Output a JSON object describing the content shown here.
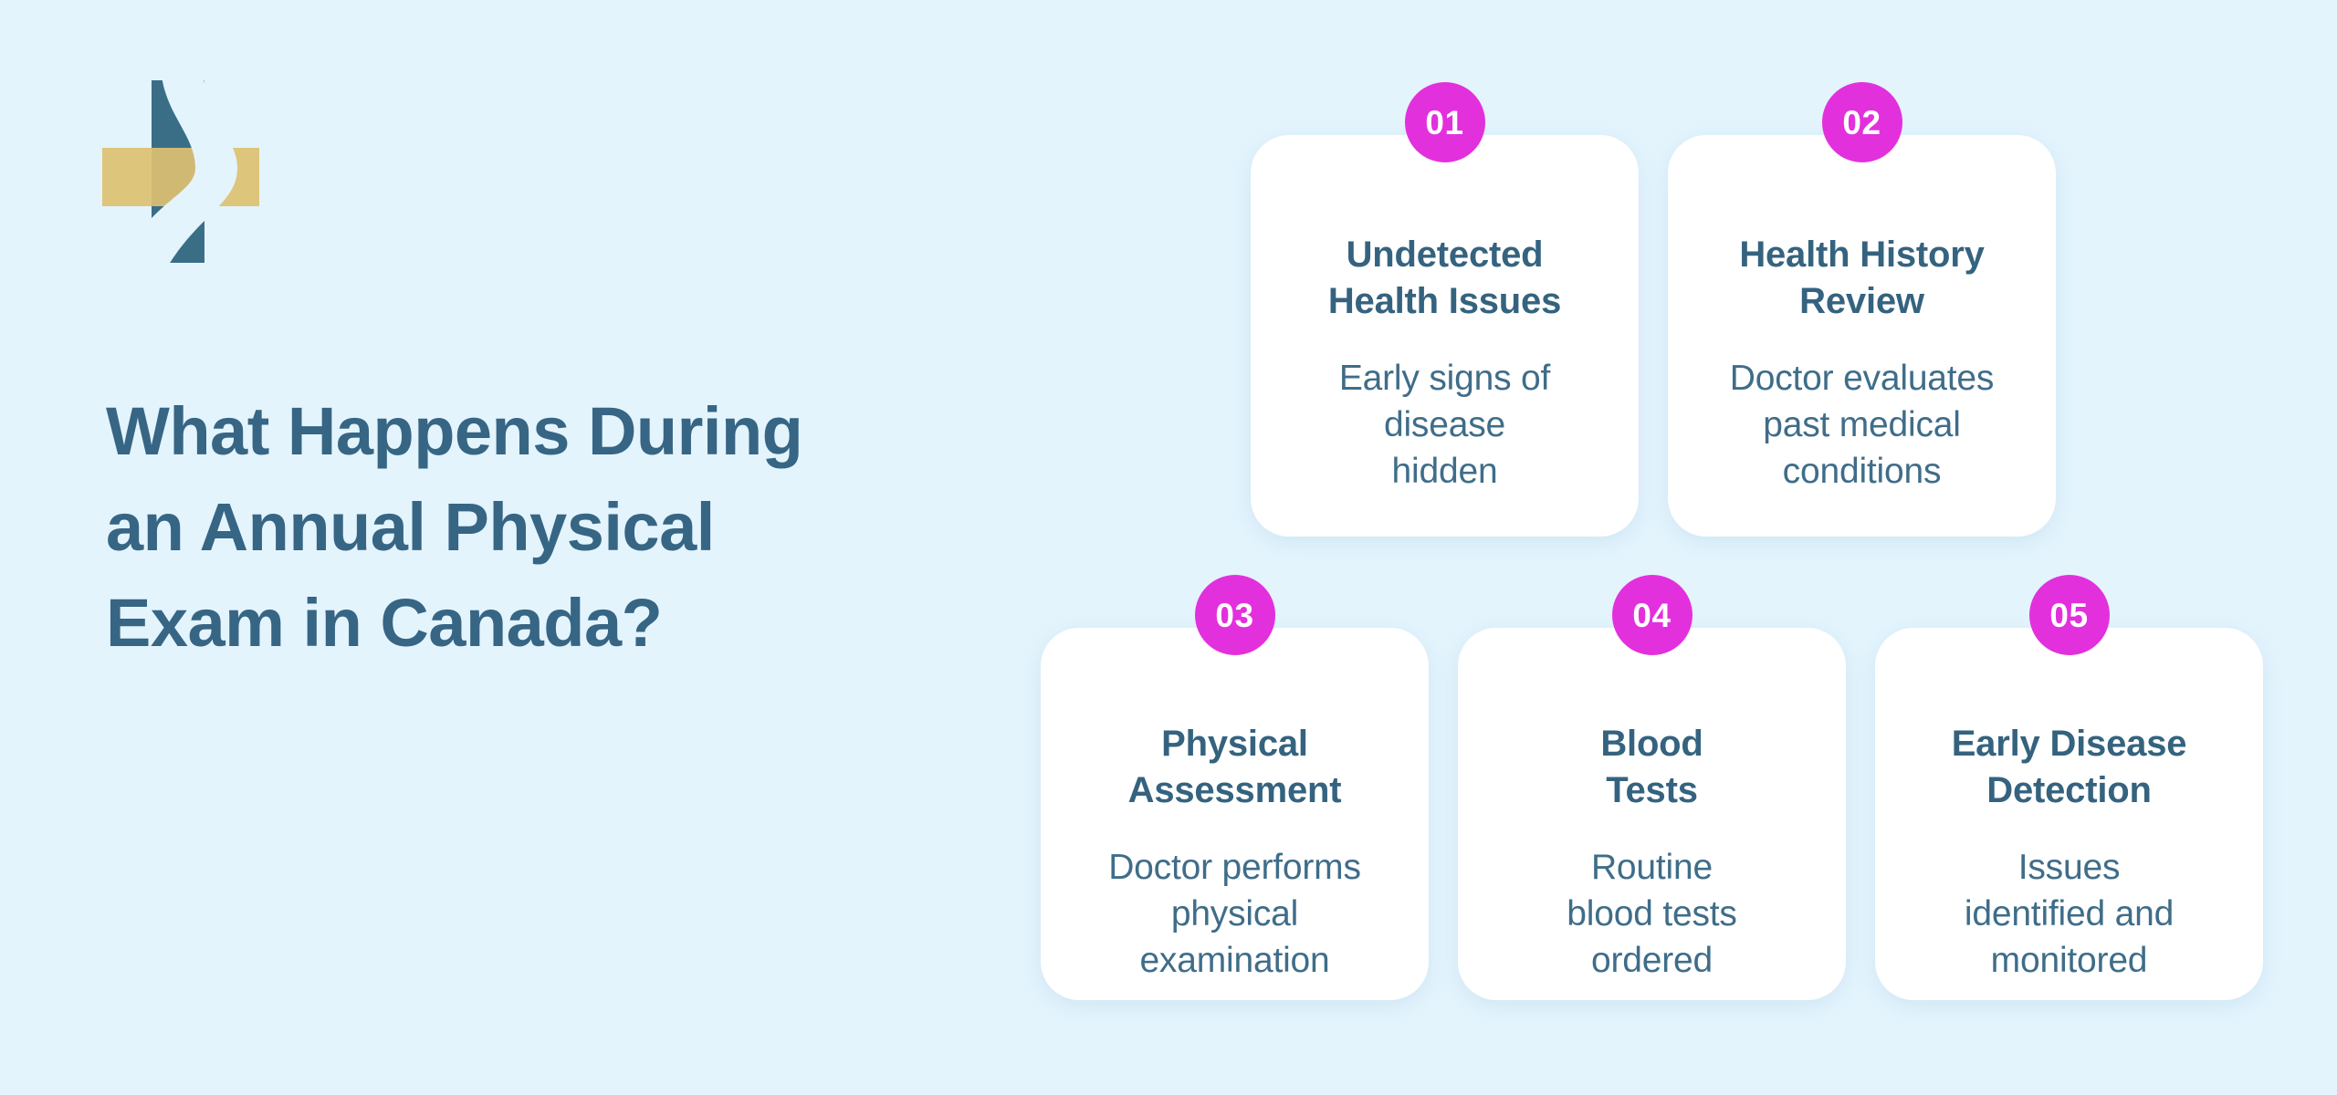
{
  "theme": {
    "background_color": "#e3f4fd",
    "card_background": "#ffffff",
    "badge_color": "#e330dd",
    "heading_color": "#376584",
    "card_title_color": "#35637f",
    "card_text_color": "#3f6d89",
    "logo_teal": "#3a6e87",
    "logo_gold": "#ddc071"
  },
  "logo": {
    "name": "medical-cross-swoosh-logo"
  },
  "headline": {
    "line1": "What Happens During",
    "line2": "an Annual Physical",
    "line3": "Exam in Canada?"
  },
  "steps": [
    {
      "number": "01",
      "title": "Undetected Health Issues",
      "title_lines": [
        "Undetected",
        "Health Issues"
      ],
      "description": "Early signs of disease hidden",
      "description_lines": [
        "Early signs of",
        "disease",
        "hidden"
      ]
    },
    {
      "number": "02",
      "title": "Health History Review",
      "title_lines": [
        "Health History",
        "Review"
      ],
      "description": "Doctor evaluates past medical conditions",
      "description_lines": [
        "Doctor evaluates",
        "past medical",
        "conditions"
      ]
    },
    {
      "number": "03",
      "title": "Physical Assessment",
      "title_lines": [
        "Physical",
        "Assessment"
      ],
      "description": "Doctor performs physical examination",
      "description_lines": [
        "Doctor performs",
        "physical",
        "examination"
      ]
    },
    {
      "number": "04",
      "title": "Blood Tests",
      "title_lines": [
        "Blood",
        "Tests"
      ],
      "description": "Routine blood tests ordered",
      "description_lines": [
        "Routine",
        "blood tests",
        "ordered"
      ]
    },
    {
      "number": "05",
      "title": "Early Disease Detection",
      "title_lines": [
        "Early Disease",
        "Detection"
      ],
      "description": "Issues identified and monitored",
      "description_lines": [
        "Issues",
        "identified and",
        "monitored"
      ]
    }
  ]
}
